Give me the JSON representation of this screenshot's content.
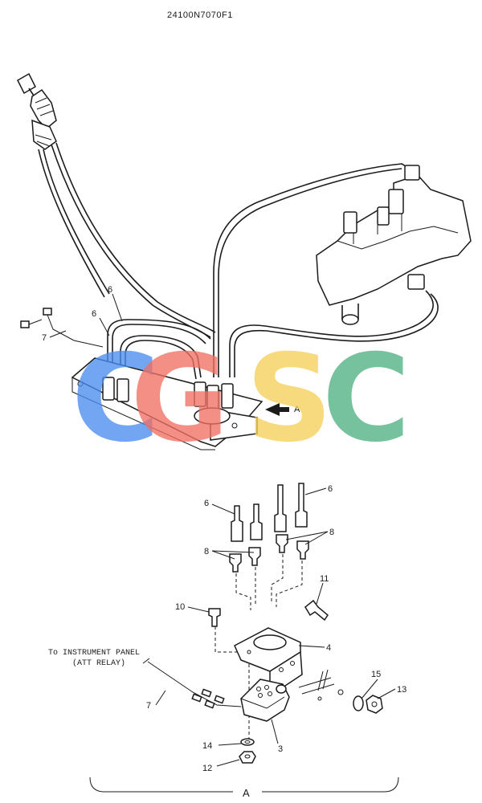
{
  "header": {
    "drawing_number": "24100N7070F1"
  },
  "callouts": {
    "pipe_upper_a": "6",
    "pipe_upper_b": "6",
    "harness_upper": "7",
    "detail_ref": "A",
    "pipe_left": "6",
    "pipe_right": "6",
    "connector_left": "8",
    "connector_right": "8",
    "bolt_left": "10",
    "bolt_right": "11",
    "bracket": "4",
    "harness_lower": "7",
    "washer": "15",
    "nut_right": "13",
    "valve_block": "3",
    "lock_washer": "14",
    "nut_bottom": "12",
    "detail_label": "A"
  },
  "notes": {
    "instrument_line1": "To INSTRUMENT PANEL",
    "instrument_line2": "(ATT RELAY)"
  },
  "watermark": {
    "letters": [
      "C",
      "G",
      "S",
      "C"
    ],
    "colors": [
      "#4a8df0",
      "#ef6f62",
      "#f6d05a",
      "#4fb184"
    ],
    "opacity": 0.78
  }
}
